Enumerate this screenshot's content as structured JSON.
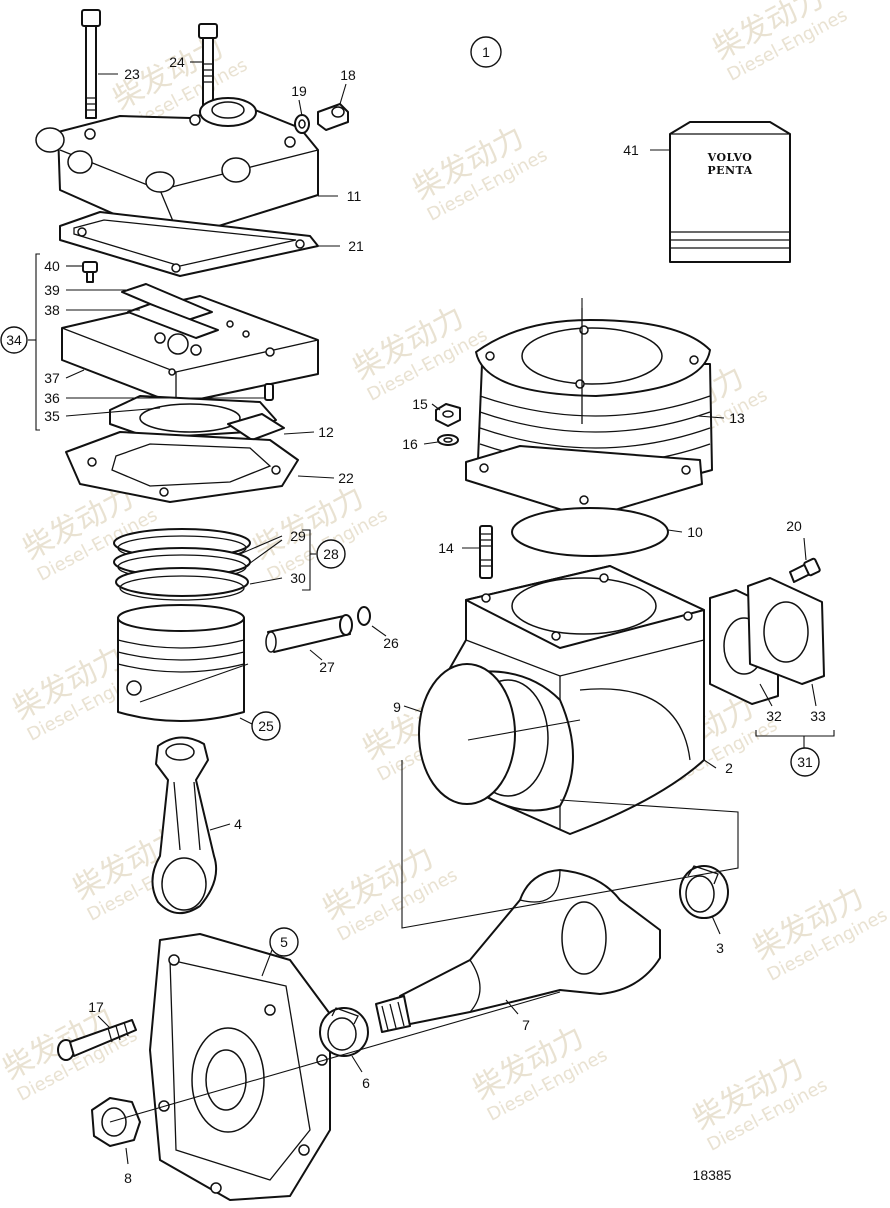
{
  "watermark": {
    "cn": "柴发动力",
    "en": "Diesel-Engines"
  },
  "drawing_number": "18385",
  "booklet": {
    "line1": "VOLVO",
    "line2": "PENTA"
  },
  "callouts": {
    "c1": "1",
    "c2": "2",
    "c3": "3",
    "c4": "4",
    "c5": "5",
    "c6": "6",
    "c7": "7",
    "c8": "8",
    "c9": "9",
    "c10": "10",
    "c11": "11",
    "c12": "12",
    "c13": "13",
    "c14": "14",
    "c15": "15",
    "c16": "16",
    "c17": "17",
    "c18": "18",
    "c19": "19",
    "c20": "20",
    "c21": "21",
    "c22": "22",
    "c23": "23",
    "c24": "24",
    "c25": "25",
    "c26": "26",
    "c27": "27",
    "c28": "28",
    "c29": "29",
    "c30": "30",
    "c31": "31",
    "c32": "32",
    "c33": "33",
    "c34": "34",
    "c35": "35",
    "c36": "36",
    "c37": "37",
    "c38": "38",
    "c39": "39",
    "c40": "40",
    "c41": "41"
  }
}
